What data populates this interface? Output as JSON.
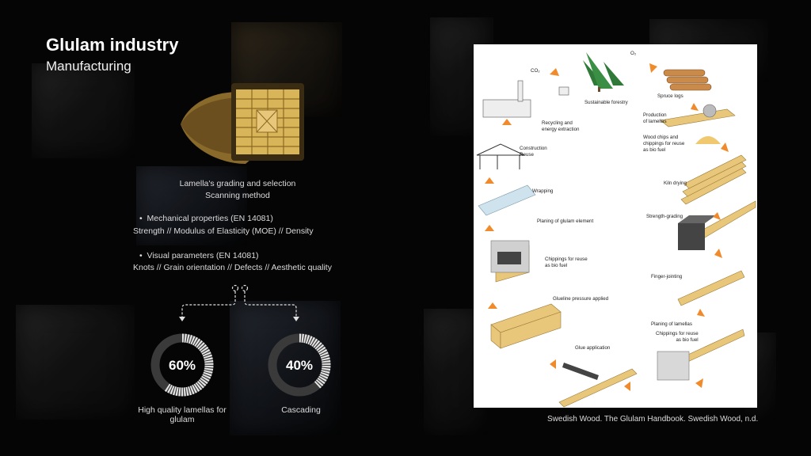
{
  "header": {
    "title": "Glulam industry",
    "subtitle": "Manufacturing"
  },
  "grading": {
    "heading_line1": "Lamella's grading and selection",
    "heading_line2": "Scanning method",
    "bullet1": "Mechanical properties  (EN 14081)",
    "bullet1_detail": "Strength // Modulus of Elasticity (MOE) // Density",
    "bullet2": "Visual parameters (EN 14081)",
    "bullet2_detail": "Knots // Grain orientation // Defects // Aesthetic quality"
  },
  "stats": [
    {
      "value": "60%",
      "fraction": 0.6,
      "label_line1": "High quality lamellas for",
      "label_line2": "glulam"
    },
    {
      "value": "40%",
      "fraction": 0.4,
      "label_line1": "Cascading",
      "label_line2": ""
    }
  ],
  "diagram": {
    "co2": "CO₂",
    "o2": "O₂",
    "sustainable_forestry": "Sustainable forestry",
    "spruce_logs": "Spruce logs",
    "production_line1": "Production",
    "production_line2": "of lamellas",
    "wood_chips_line1": "Wood chips and",
    "wood_chips_line2": "chippings for reuse",
    "wood_chips_line3": "as bio fuel",
    "kiln_drying": "Kiln drying",
    "strength_grading": "Strength-grading",
    "finger_jointing": "Finger-jointing",
    "planing_lamellas": "Planing of lamellas",
    "chippings2_line1": "Chippings for reuse",
    "chippings2_line2": "as bio fuel",
    "glue_application": "Glue application",
    "glueline_pressure": "Glueline pressure applied",
    "chippings1_line1": "Chippings for reuse",
    "chippings1_line2": "as bio fuel",
    "planing_glulam": "Planing of glulam element",
    "wrapping": "Wrapping",
    "construction_line1": "Construction",
    "construction_line2": "Reuse",
    "recycling_line1": "Recycling and",
    "recycling_line2": "energy extraction"
  },
  "citation": "Swedish Wood. The Glulam Handbook. Swedish Wood, n.d.",
  "colors": {
    "arrow": "#f08a2a",
    "ring": "#e6e6e6",
    "wood": "#e8c77a",
    "background": "#050505"
  }
}
